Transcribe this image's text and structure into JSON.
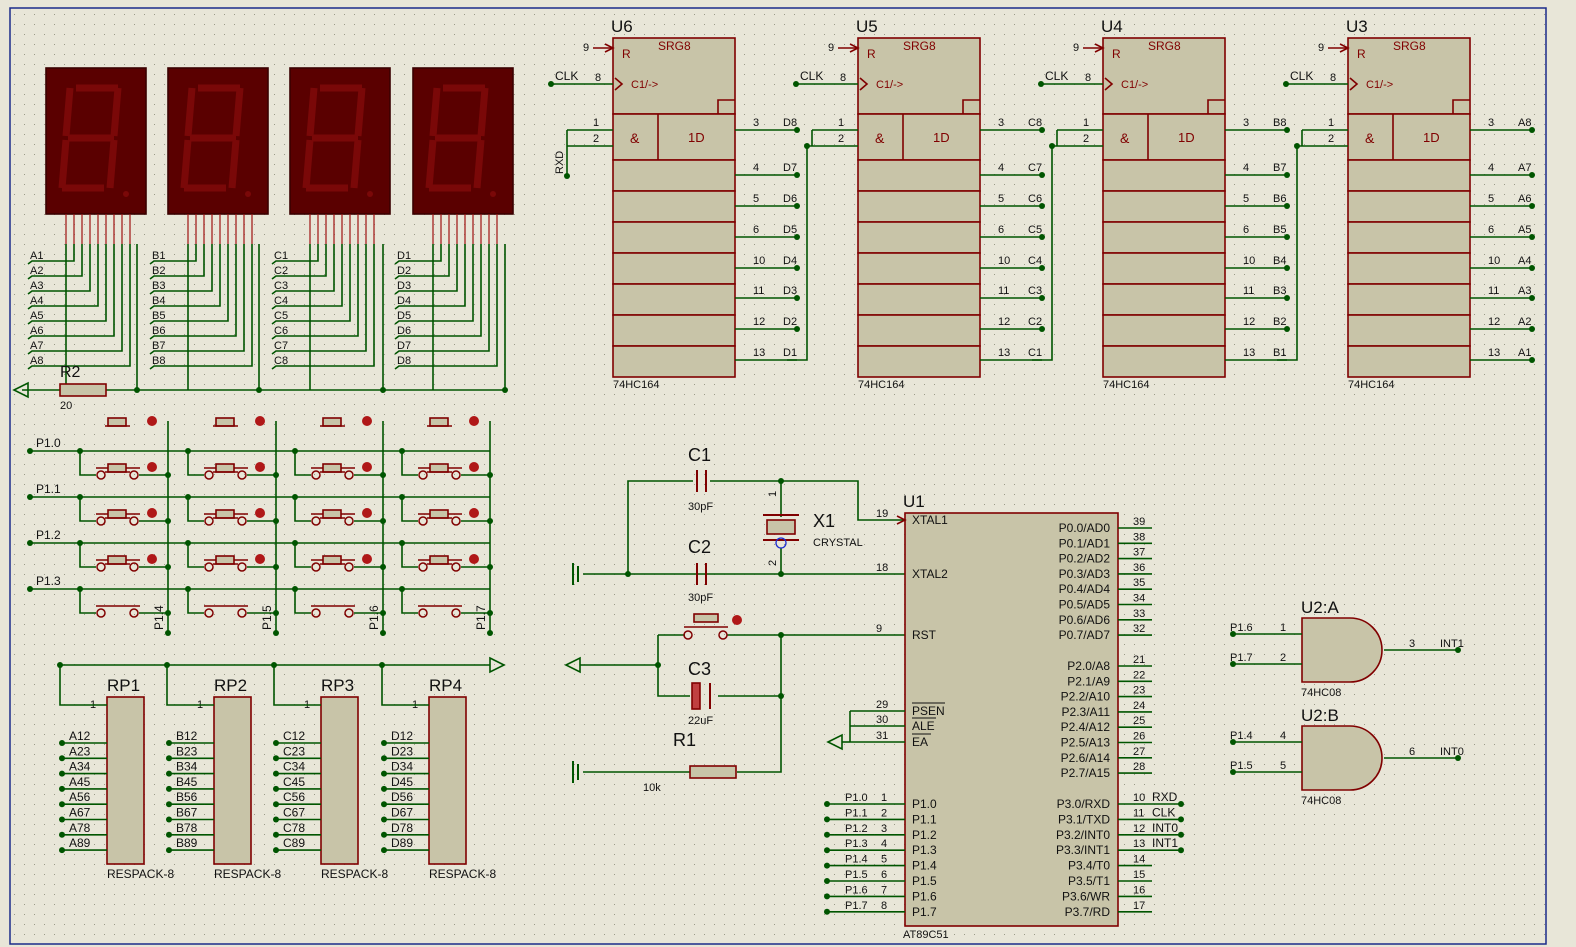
{
  "displays": [
    {
      "ref": "disp-a",
      "prefix": "A"
    },
    {
      "ref": "disp-b",
      "prefix": "B"
    },
    {
      "ref": "disp-c",
      "prefix": "C"
    },
    {
      "ref": "disp-d",
      "prefix": "D"
    }
  ],
  "r2": {
    "ref": "R2",
    "value": "20"
  },
  "shift_registers": [
    {
      "ref": "U6",
      "part": "74HC164",
      "in": "RXD",
      "outs": [
        "D8",
        "D7",
        "D6",
        "D5",
        "D4",
        "D3",
        "D2",
        "D1"
      ]
    },
    {
      "ref": "U5",
      "part": "74HC164",
      "in": "",
      "outs": [
        "C8",
        "C7",
        "C6",
        "C5",
        "C4",
        "C3",
        "C2",
        "C1"
      ]
    },
    {
      "ref": "U4",
      "part": "74HC164",
      "in": "",
      "outs": [
        "B8",
        "B7",
        "B6",
        "B5",
        "B4",
        "B3",
        "B2",
        "B1"
      ]
    },
    {
      "ref": "U3",
      "part": "74HC164",
      "in": "",
      "outs": [
        "A8",
        "A7",
        "A6",
        "A5",
        "A4",
        "A3",
        "A2",
        "A1"
      ]
    }
  ],
  "sr_labels": {
    "srg": "SRG8",
    "r": "R",
    "c1": "C1/->",
    "and": "&",
    "d": "1D",
    "clk": "CLK",
    "pin_r": "9",
    "pin_clk": "8",
    "pin_a": "1",
    "pin_b": "2"
  },
  "sr_out_pins": [
    "3",
    "4",
    "5",
    "6",
    "10",
    "11",
    "12",
    "13"
  ],
  "keypad": {
    "rows": [
      "P1.0",
      "P1.1",
      "P1.2",
      "P1.3"
    ],
    "cols": [
      "P1.4",
      "P1.5",
      "P1.6",
      "P1.7"
    ]
  },
  "resistor_packs": [
    {
      "ref": "RP1",
      "part": "RESPACK-8",
      "prefix": "A"
    },
    {
      "ref": "RP2",
      "part": "RESPACK-8",
      "prefix": "B"
    },
    {
      "ref": "RP3",
      "part": "RESPACK-8",
      "prefix": "C"
    },
    {
      "ref": "RP4",
      "part": "RESPACK-8",
      "prefix": "D"
    }
  ],
  "rp_pin1": "1",
  "rp_pin_suffixes": [
    "12",
    "23",
    "34",
    "45",
    "56",
    "67",
    "78",
    "89"
  ],
  "osc": {
    "c1": {
      "ref": "C1",
      "value": "30pF"
    },
    "c2": {
      "ref": "C2",
      "value": "30pF"
    },
    "x1": {
      "ref": "X1",
      "value": "CRYSTAL",
      "pin1": "1",
      "pin2": "2"
    },
    "c3": {
      "ref": "C3",
      "value": "22uF"
    },
    "r1": {
      "ref": "R1",
      "value": "10k"
    }
  },
  "mcu": {
    "ref": "U1",
    "part": "AT89C51",
    "left": [
      {
        "pin": "19",
        "name": "XTAL1"
      },
      {
        "pin": "18",
        "name": "XTAL2"
      },
      {
        "pin": "9",
        "name": "RST"
      },
      {
        "pin": "29",
        "name": "PSEN"
      },
      {
        "pin": "30",
        "name": "ALE"
      },
      {
        "pin": "31",
        "name": "EA"
      }
    ],
    "p1": [
      {
        "pin": "1",
        "net": "P1.0",
        "name": "P1.0"
      },
      {
        "pin": "2",
        "net": "P1.1",
        "name": "P1.1"
      },
      {
        "pin": "3",
        "net": "P1.2",
        "name": "P1.2"
      },
      {
        "pin": "4",
        "net": "P1.3",
        "name": "P1.3"
      },
      {
        "pin": "5",
        "net": "P1.4",
        "name": "P1.4"
      },
      {
        "pin": "6",
        "net": "P1.5",
        "name": "P1.5"
      },
      {
        "pin": "7",
        "net": "P1.6",
        "name": "P1.6"
      },
      {
        "pin": "8",
        "net": "P1.7",
        "name": "P1.7"
      }
    ],
    "right": [
      {
        "pin": "39",
        "name": "P0.0/AD0",
        "net": ""
      },
      {
        "pin": "38",
        "name": "P0.1/AD1",
        "net": ""
      },
      {
        "pin": "37",
        "name": "P0.2/AD2",
        "net": ""
      },
      {
        "pin": "36",
        "name": "P0.3/AD3",
        "net": ""
      },
      {
        "pin": "35",
        "name": "P0.4/AD4",
        "net": ""
      },
      {
        "pin": "34",
        "name": "P0.5/AD5",
        "net": ""
      },
      {
        "pin": "33",
        "name": "P0.6/AD6",
        "net": ""
      },
      {
        "pin": "32",
        "name": "P0.7/AD7",
        "net": ""
      },
      {
        "pin": "21",
        "name": "P2.0/A8",
        "net": ""
      },
      {
        "pin": "22",
        "name": "P2.1/A9",
        "net": ""
      },
      {
        "pin": "23",
        "name": "P2.2/A10",
        "net": ""
      },
      {
        "pin": "24",
        "name": "P2.3/A11",
        "net": ""
      },
      {
        "pin": "25",
        "name": "P2.4/A12",
        "net": ""
      },
      {
        "pin": "26",
        "name": "P2.5/A13",
        "net": ""
      },
      {
        "pin": "27",
        "name": "P2.6/A14",
        "net": ""
      },
      {
        "pin": "28",
        "name": "P2.7/A15",
        "net": ""
      },
      {
        "pin": "10",
        "name": "P3.0/RXD",
        "net": "RXD"
      },
      {
        "pin": "11",
        "name": "P3.1/TXD",
        "net": "CLK"
      },
      {
        "pin": "12",
        "name": "P3.2/INT0",
        "net": "INT0"
      },
      {
        "pin": "13",
        "name": "P3.3/INT1",
        "net": "INT1"
      },
      {
        "pin": "14",
        "name": "P3.4/T0",
        "net": ""
      },
      {
        "pin": "15",
        "name": "P3.5/T1",
        "net": ""
      },
      {
        "pin": "16",
        "name": "P3.6/WR",
        "net": ""
      },
      {
        "pin": "17",
        "name": "P3.7/RD",
        "net": ""
      }
    ]
  },
  "gates": [
    {
      "ref": "U2:A",
      "part": "74HC08",
      "in1": "P1.6",
      "pin1": "1",
      "in2": "P1.7",
      "pin2": "2",
      "out": "INT1",
      "pinout": "3"
    },
    {
      "ref": "U2:B",
      "part": "74HC08",
      "in1": "P1.4",
      "pin1": "4",
      "in2": "P1.5",
      "pin2": "5",
      "out": "INT0",
      "pinout": "6"
    }
  ],
  "colors": {
    "wire": "#005500",
    "part": "#800000",
    "fill": "#c8c4a8",
    "led": "#5a0000",
    "seg": "#7a0808",
    "border": "#1b2b8a"
  }
}
